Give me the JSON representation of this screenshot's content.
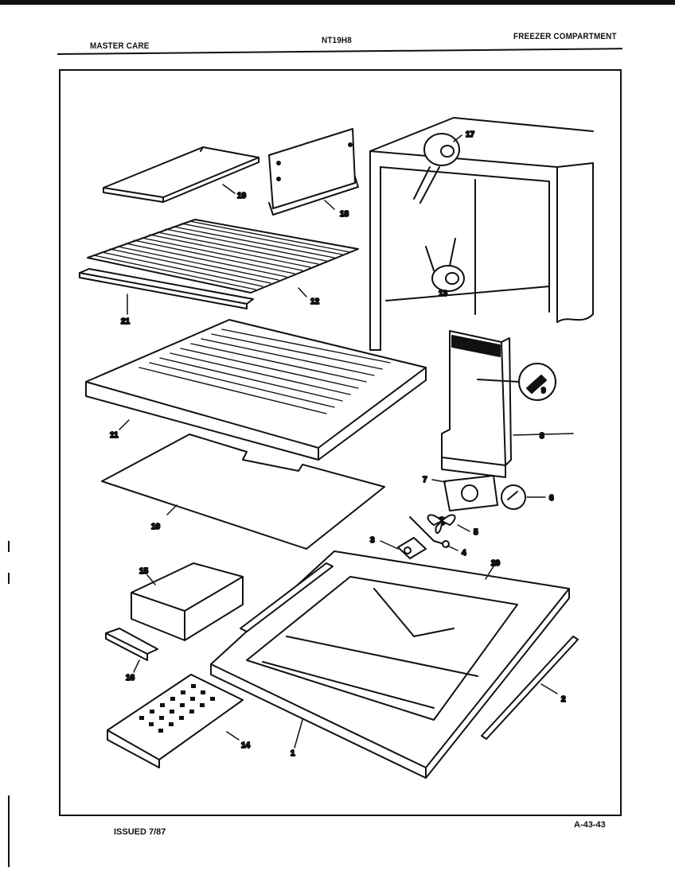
{
  "header": {
    "left": "MASTER CARE",
    "center": "NT19H8",
    "right": "FREEZER COMPARTMENT"
  },
  "footer": {
    "left": "ISSUED 7/87",
    "right": "A-43-43"
  },
  "callouts": {
    "p1": "1",
    "p2": "2",
    "p3": "3",
    "p4": "4",
    "p5": "5",
    "p6": "6",
    "p7": "7",
    "p8": "8",
    "p9": "9",
    "p10": "10",
    "p11": "11",
    "p12": "12",
    "p13": "13",
    "p14": "14",
    "p15": "15",
    "p16": "16",
    "p17": "17",
    "p18": "18",
    "p19": "19",
    "p20": "20",
    "p21": "21"
  }
}
